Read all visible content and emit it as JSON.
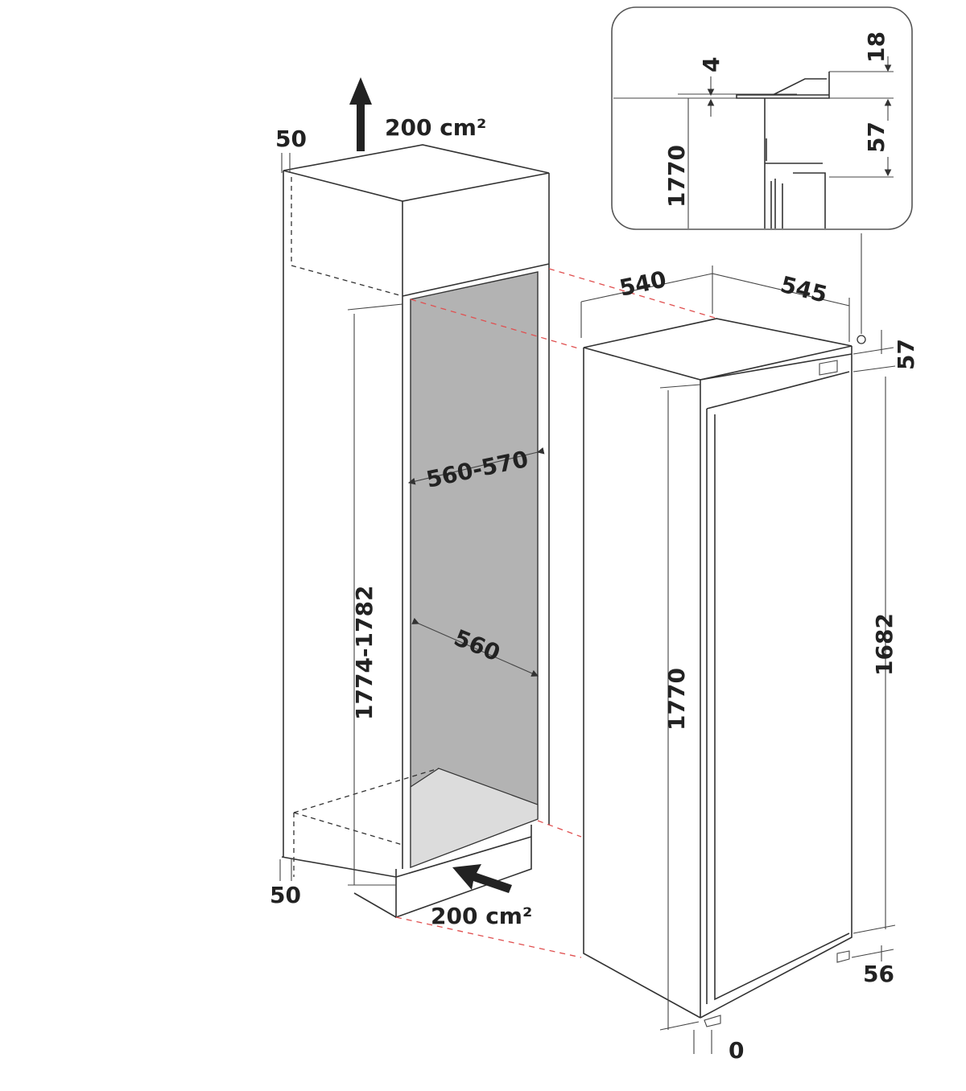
{
  "diagram": {
    "niche": {
      "vent_top": "200 cm²",
      "vent_bottom": "200 cm²",
      "top_clearance": "50",
      "bottom_clearance": "50",
      "niche_height": "1774-1782",
      "niche_width": "560-570",
      "niche_depth": "560"
    },
    "appliance": {
      "width": "540",
      "depth": "545",
      "height": "1770",
      "top_offset": "57",
      "door_height": "1682",
      "bottom_offset": "56",
      "door_gap": "0"
    },
    "detail_inset": {
      "gap": "4",
      "top": "18",
      "offset": "57",
      "height": "1770"
    },
    "colors": {
      "line": "#333333",
      "niche_fill": "#b3b3b3",
      "floor_fill": "#dcdcdc",
      "guide": "#e05050"
    }
  }
}
